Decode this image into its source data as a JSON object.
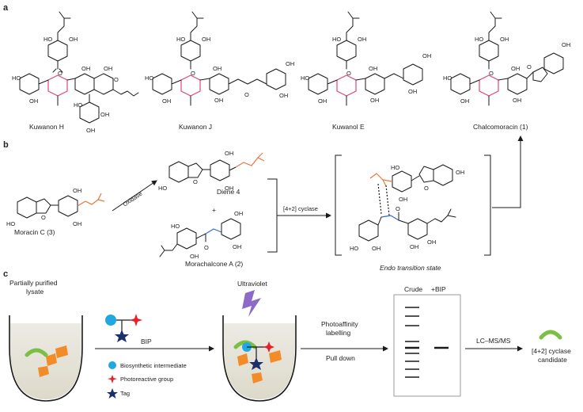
{
  "panels": {
    "a": "a",
    "b": "b",
    "c": "c"
  },
  "panel_a": {
    "compounds": [
      {
        "name": "Kuwanon H"
      },
      {
        "name": "Kuwanon J"
      },
      {
        "name": "Kuwanol E"
      },
      {
        "name": "Chalcomoracin (1)"
      }
    ]
  },
  "panel_b": {
    "moracin": "Moracin C (3)",
    "oxidase": "Oxidase",
    "diene": "Diene 4",
    "plus": "+",
    "morachalcone": "Morachalcone A (2)",
    "cyclase": "[4+2] cyclase",
    "ts": "Endo transition state"
  },
  "panel_c": {
    "lysate_line1": "Partially purified",
    "lysate_line2": "lysate",
    "bip": "BIP",
    "ultraviolet": "Ultraviolet",
    "legend": [
      {
        "label": "Biosynthetic intermediate",
        "color": "#22a8e0"
      },
      {
        "label": "Photoreactive group",
        "color": "#e8202a"
      },
      {
        "label": "Tag",
        "color": "#1b2f6b"
      }
    ],
    "step1_line1": "Photoaffinity",
    "step1_line2": "labelling",
    "step2": "Pull down",
    "gel_crude": "Crude",
    "gel_bip": "+BIP",
    "lcms": "LC–MS/MS",
    "candidate_line1": "[4+2] cyclase",
    "candidate_line2": "candidate"
  },
  "atoms": {
    "oh": "OH",
    "ho": "HO",
    "o": "O"
  }
}
